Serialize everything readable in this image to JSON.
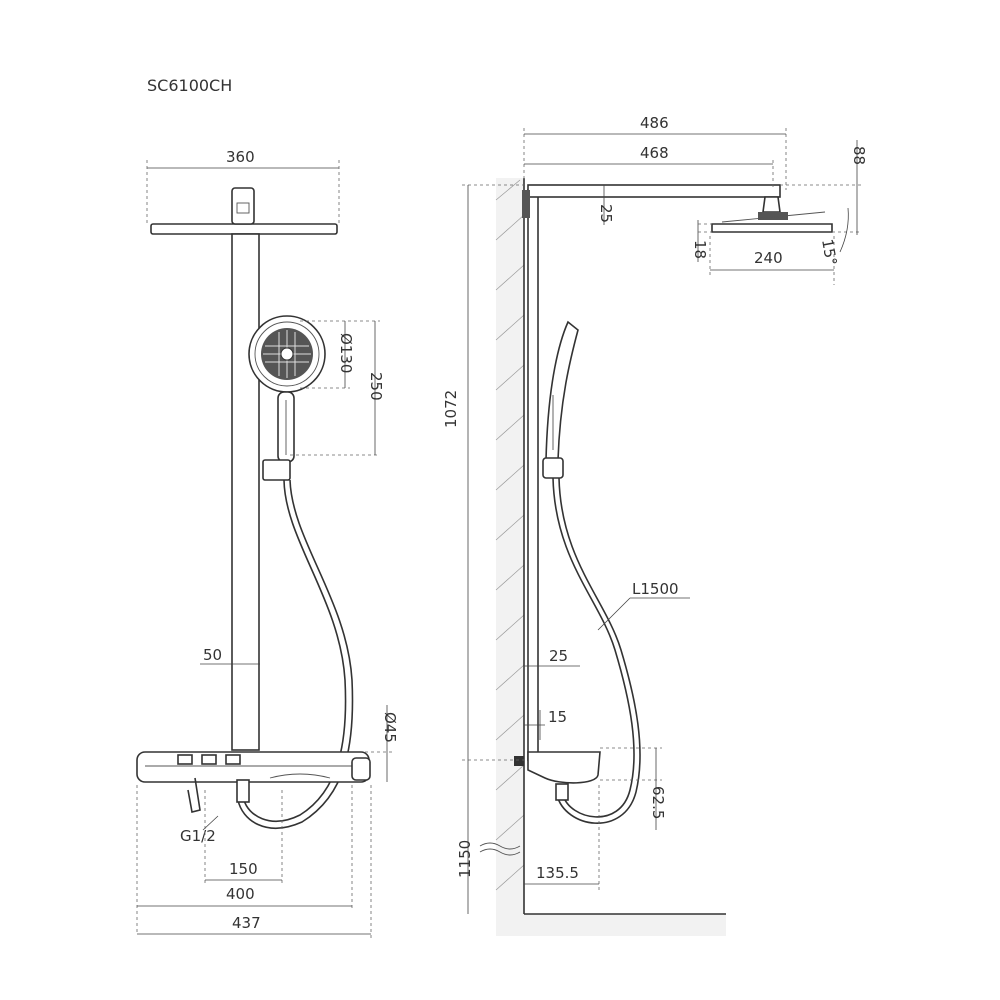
{
  "model": "SC6100CH",
  "front_view": {
    "width_head": "360",
    "handshower_diameter": "Ø130",
    "handshower_height": "250",
    "bar_width": "50",
    "thermostat_diameter": "Ø45",
    "inlet_thread": "G1/2",
    "inlet_spacing": "150",
    "shelf_width": "400",
    "overall_width": "437"
  },
  "side_view": {
    "projection_total": "486",
    "arm_length": "468",
    "head_drop": "88",
    "arm_height": "25",
    "head_thickness": "18",
    "head_width": "240",
    "tilt_angle": "15°",
    "column_height": "1072",
    "hose_length": "L1500",
    "bar_depth": "25",
    "wall_gap": "15",
    "thermostat_height": "62.5",
    "mount_height": "1150",
    "mount_depth": "135.5"
  }
}
